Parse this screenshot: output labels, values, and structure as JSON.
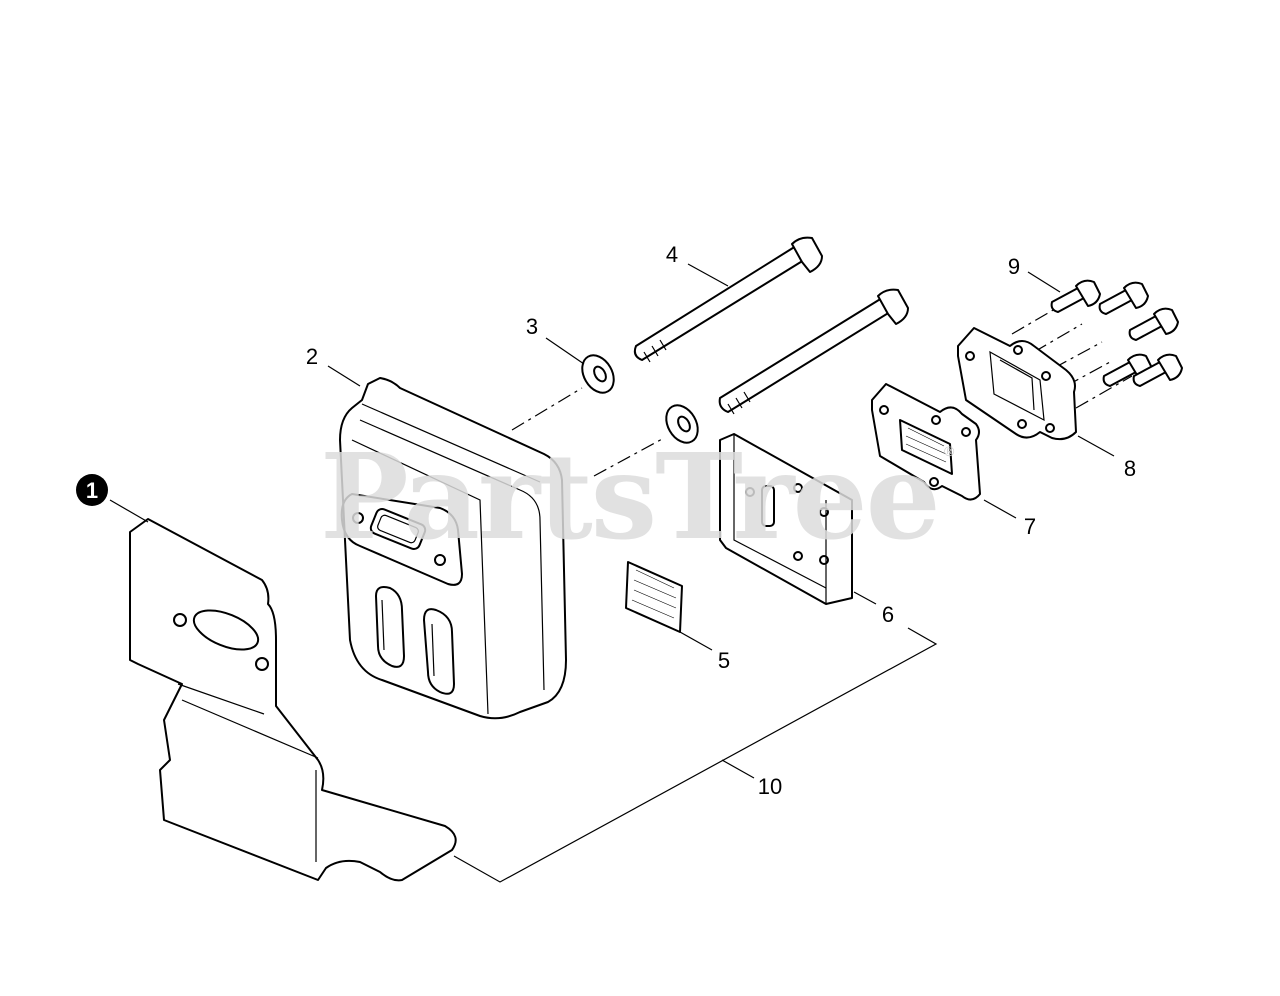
{
  "watermark": {
    "text": "PartsTree",
    "mark": "®"
  },
  "callouts": {
    "c1": "1",
    "c2": "2",
    "c3": "3",
    "c4": "4",
    "c5": "5",
    "c6": "6",
    "c7": "7",
    "c8": "8",
    "c9": "9",
    "c10": "10"
  },
  "colors": {
    "line": "#000000",
    "background": "#ffffff",
    "watermark": "#dcdcdc"
  }
}
